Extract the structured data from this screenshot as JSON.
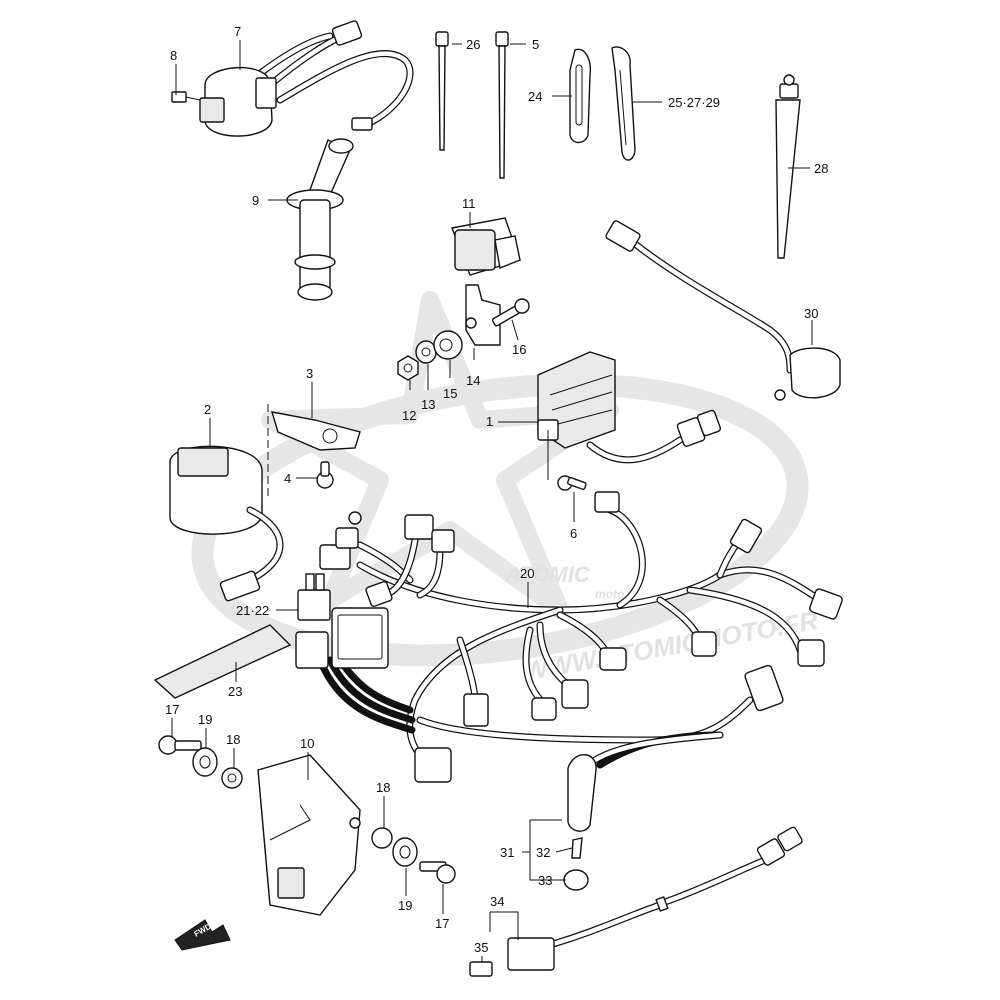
{
  "watermark": {
    "brand": "ATOMIC",
    "sub": "moto",
    "url": "WWW.ATOMICMOTO.FR"
  },
  "fwd_label": "FWD",
  "callouts": {
    "c1": "1",
    "c2": "2",
    "c3": "3",
    "c4": "4",
    "c5": "5",
    "c6": "6",
    "c7": "7",
    "c8": "8",
    "c9": "9",
    "c10": "10",
    "c11": "11",
    "c12": "12",
    "c13": "13",
    "c14": "14",
    "c15": "15",
    "c16": "16",
    "c17a": "17",
    "c17b": "17",
    "c18a": "18",
    "c18b": "18",
    "c19a": "19",
    "c19b": "19",
    "c20": "20",
    "c21_22": "21·22",
    "c23": "23",
    "c24": "24",
    "c25_27_29": "25·27·29",
    "c26": "26",
    "c28": "28",
    "c30": "30",
    "c31": "31",
    "c32": "32",
    "c33": "33",
    "c34": "34",
    "c35": "35"
  }
}
